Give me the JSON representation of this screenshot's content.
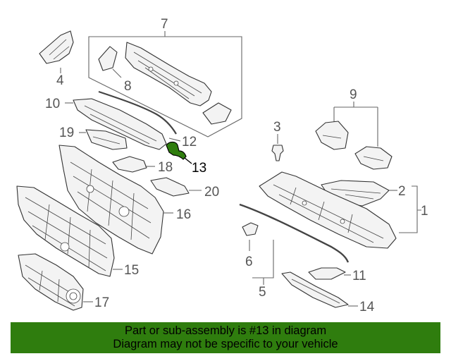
{
  "diagram": {
    "callouts": [
      "1",
      "2",
      "3",
      "4",
      "5",
      "6",
      "7",
      "8",
      "9",
      "10",
      "11",
      "12",
      "13",
      "14",
      "15",
      "16",
      "17",
      "18",
      "19",
      "20"
    ],
    "highlighted_part": "13",
    "highlight_color": "#2f7d0e",
    "label_color": "#555555"
  },
  "banner": {
    "line1": "Part or sub-assembly is #13 in diagram",
    "line2": "Diagram may not be specific to your vehicle",
    "background": "#2f7d0e"
  }
}
